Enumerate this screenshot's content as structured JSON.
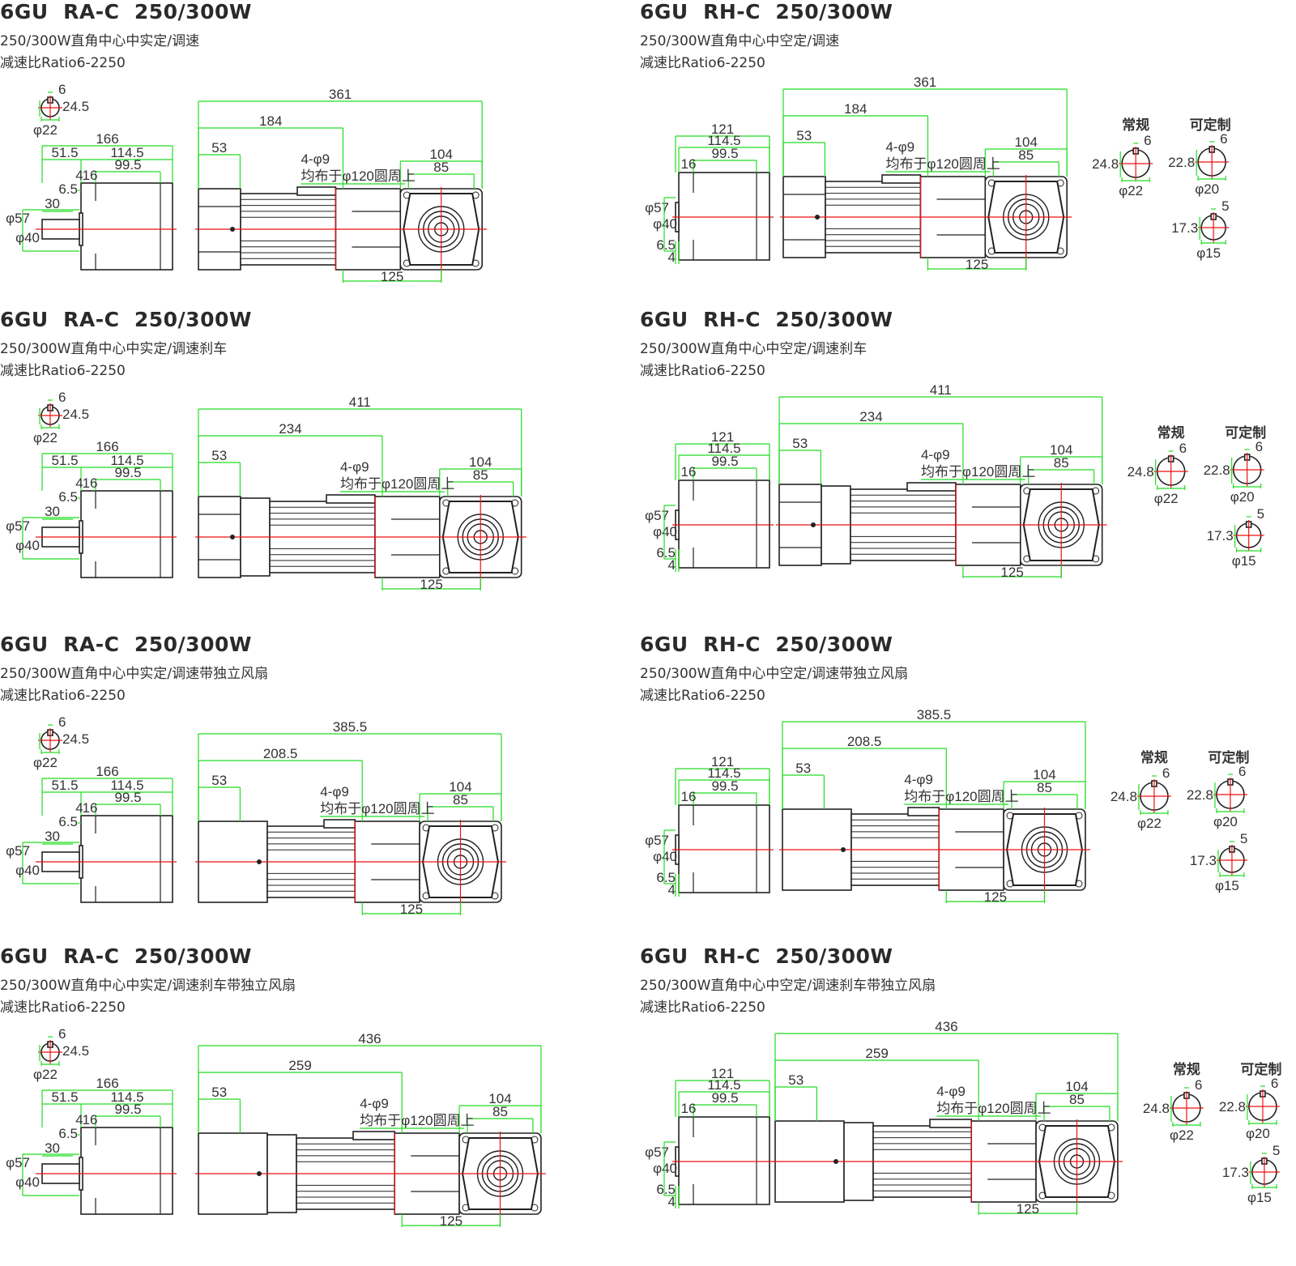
{
  "colors": {
    "dimension": "#22dd22",
    "centerline": "#ee1111",
    "outline": "#222222"
  },
  "common": {
    "holes": "4-φ9",
    "holes_note": "均布于φ120圆周上",
    "flange": "104",
    "bolt": "85",
    "offset": "125",
    "cap": "53"
  },
  "ra_side": {
    "overall": "166",
    "a": "51.5",
    "b": "114.5",
    "c": "99.5",
    "d": "4",
    "e": "16",
    "f": "6.5",
    "g": "30",
    "d1": "φ57",
    "d2": "φ40",
    "key_w": "6",
    "key_h": "24.5",
    "shaft": "φ22"
  },
  "rh_side": {
    "overall": "121",
    "a": "114.5",
    "b": "99.5",
    "c": "16",
    "d1": "φ57",
    "d2": "φ40",
    "f": "6.5",
    "g": "4",
    "standard_label": "常规",
    "custom_label": "可定制",
    "std": {
      "w": "6",
      "h": "24.8",
      "d": "φ22"
    },
    "cust1": {
      "w": "6",
      "h": "22.8",
      "d": "φ20"
    },
    "cust2": {
      "w": "5",
      "h": "17.3",
      "d": "φ15"
    }
  },
  "panels": [
    {
      "type": "RA",
      "title": "6GU  RA-C  250/300W",
      "subtitle": "250/300W直角中心中实定/调速",
      "ratio": "减速比Ratio6-2250",
      "total": "361",
      "mid": "184"
    },
    {
      "type": "RH",
      "title": "6GU  RH-C  250/300W",
      "subtitle": "250/300W直角中心中空定/调速",
      "ratio": "减速比Ratio6-2250",
      "total": "361",
      "mid": "184"
    },
    {
      "type": "RA",
      "title": "6GU  RA-C  250/300W",
      "subtitle": "250/300W直角中心中实定/调速刹车",
      "ratio": "减速比Ratio6-2250",
      "total": "411",
      "mid": "234"
    },
    {
      "type": "RH",
      "title": "6GU  RH-C  250/300W",
      "subtitle": "250/300W直角中心中空定/调速刹车",
      "ratio": "减速比Ratio6-2250",
      "total": "411",
      "mid": "234"
    },
    {
      "type": "RA",
      "title": "6GU  RA-C  250/300W",
      "subtitle": "250/300W直角中心中实定/调速带独立风扇",
      "ratio": "减速比Ratio6-2250",
      "total": "385.5",
      "mid": "208.5"
    },
    {
      "type": "RH",
      "title": "6GU  RH-C  250/300W",
      "subtitle": "250/300W直角中心中空定/调速带独立风扇",
      "ratio": "减速比Ratio6-2250",
      "total": "385.5",
      "mid": "208.5"
    },
    {
      "type": "RA",
      "title": "6GU  RA-C  250/300W",
      "subtitle": "250/300W直角中心中实定/调速刹车带独立风扇",
      "ratio": "减速比Ratio6-2250",
      "total": "436",
      "mid": "259"
    },
    {
      "type": "RH",
      "title": "6GU  RH-C  250/300W",
      "subtitle": "250/300W直角中心中空定/调速刹车带独立风扇",
      "ratio": "减速比Ratio6-2250",
      "total": "436",
      "mid": "259"
    }
  ]
}
